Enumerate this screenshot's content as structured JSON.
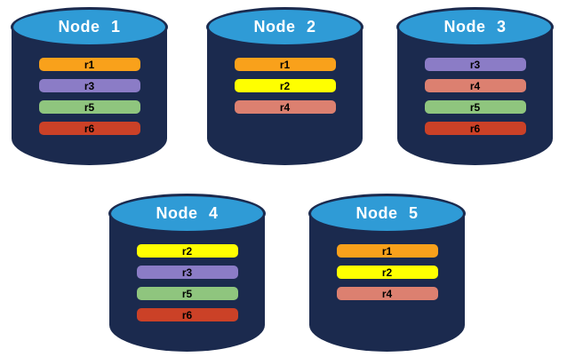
{
  "nodes": [
    {
      "label": "Node 1",
      "replicas": [
        "r1",
        "r3",
        "r5",
        "r6"
      ]
    },
    {
      "label": "Node 2",
      "replicas": [
        "r1",
        "r2",
        "r4"
      ]
    },
    {
      "label": "Node 3",
      "replicas": [
        "r3",
        "r4",
        "r5",
        "r6"
      ]
    },
    {
      "label": "Node 4",
      "replicas": [
        "r2",
        "r3",
        "r5",
        "r6"
      ]
    },
    {
      "label": "Node 5",
      "replicas": [
        "r1",
        "r2",
        "r4"
      ]
    }
  ],
  "replica_colors": {
    "r1": "#F9A11B",
    "r2": "#FFFF00",
    "r3": "#8B7CC6",
    "r4": "#DC8070",
    "r5": "#8FC57E",
    "r6": "#CB4127"
  },
  "node_colors": {
    "body": "#1B2A4E",
    "top": "#2F9BD6",
    "title_text": "#FFFFFF",
    "bar_text": "#000000"
  }
}
